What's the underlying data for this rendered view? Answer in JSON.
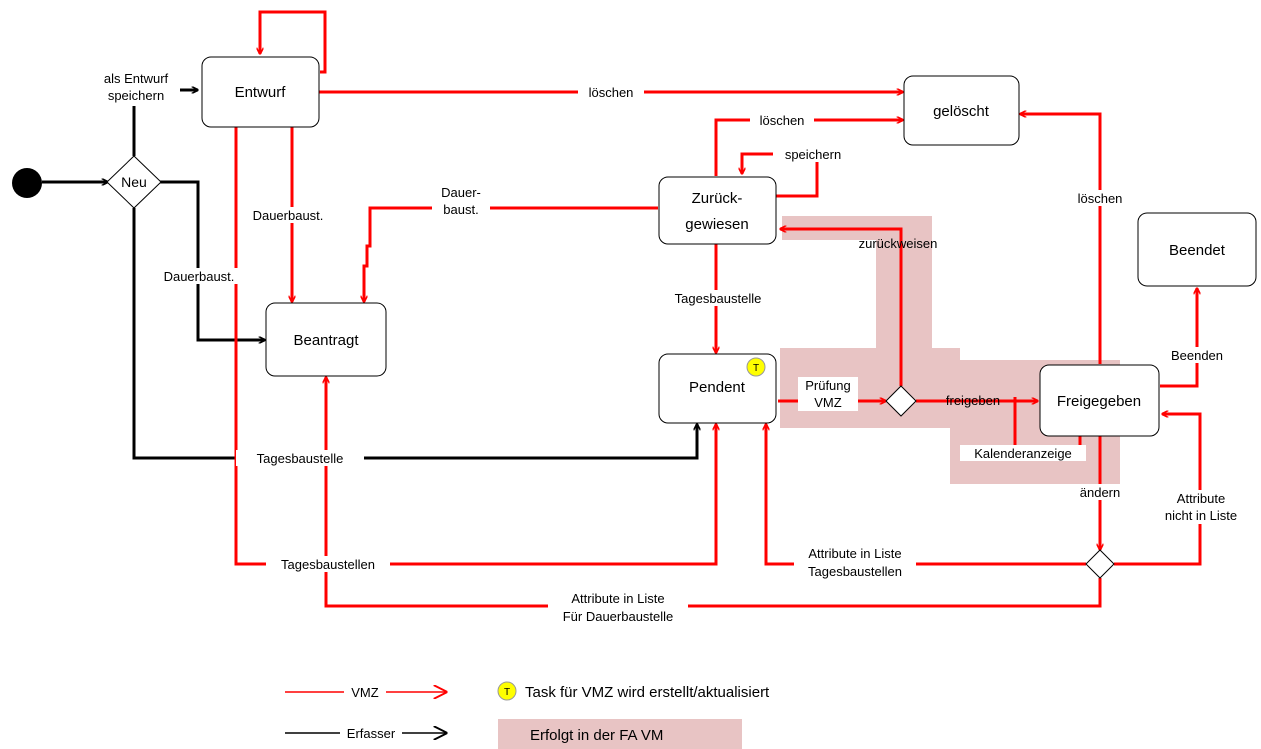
{
  "states": {
    "entwurf": "Entwurf",
    "geloescht": "gelöscht",
    "zurueck_line1": "Zurück-",
    "zurueck_line2": "gewiesen",
    "beantragt": "Beantragt",
    "pendent": "Pendent",
    "freigegeben": "Freigegeben",
    "beendet": "Beendet",
    "neu": "Neu"
  },
  "task_marker": "T",
  "edges": {
    "als_entwurf_line1": "als Entwurf",
    "als_entwurf_line2": "speichern",
    "loeschen_entwurf": "löschen",
    "loeschen_zurueck": "löschen",
    "loeschen_freigegeben": "löschen",
    "speichern": "speichern",
    "dauer_baust_line1": "Dauer-",
    "dauer_baust_line2": "baust.",
    "dauerbaust_entwurf": "Dauerbaust.",
    "dauerbaust_neu": "Dauerbaust.",
    "zurueckweisen": "zurückweisen",
    "tagesbaustelle_zurueck": "Tagesbaustelle",
    "pruefung_line1": "Prüfung",
    "pruefung_line2": "VMZ",
    "freigeben": "freigeben",
    "kalenderanzeige": "Kalenderanzeige",
    "beenden": "Beenden",
    "aendern": "ändern",
    "attr_nicht_line1": "Attribute",
    "attr_nicht_line2": "nicht in Liste",
    "attr_liste_tages_line1": "Attribute in Liste",
    "attr_liste_tages_line2": "Tagesbaustellen",
    "tagesbaustelle_neu": "Tagesbaustelle",
    "tagesbaustellen_entwurf": "Tagesbaustellen",
    "attr_liste_dauer_line1": "Attribute in Liste",
    "attr_liste_dauer_line2": "Für Dauerbaustelle"
  },
  "legend": {
    "vmz": "VMZ",
    "erfasser": "Erfasser",
    "task": "Task für VMZ wird erstellt/aktualisiert",
    "fa_vm": "Erfolgt in der FA VM"
  },
  "colors": {
    "vmz_line": "#ff0000",
    "erfasser_line": "#000000",
    "highlight": "#e8c4c4",
    "task_marker": "#ffff00"
  }
}
